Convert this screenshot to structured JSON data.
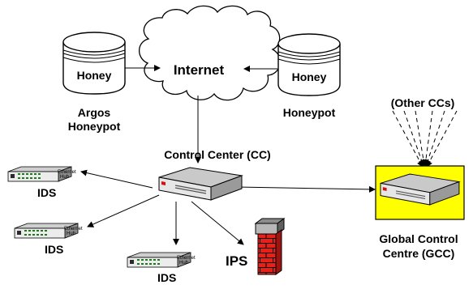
{
  "internet": {
    "label": "Internet"
  },
  "honeypots": [
    {
      "id": "argos",
      "jar_text": "Honey",
      "label_line1": "Argos",
      "label_line2": "Honeypot"
    },
    {
      "id": "plain",
      "jar_text": "Honey",
      "label_line1": "Honeypot",
      "label_line2": ""
    }
  ],
  "control_center": {
    "label": "Control Center (CC)"
  },
  "other_ccs": {
    "label": "(Other CCs)"
  },
  "gcc": {
    "label_line1": "Global Control",
    "label_line2": "Centre (GCC)",
    "highlight_color": "#ffff00"
  },
  "ids": [
    {
      "label": "IDS",
      "hub_text_1": "Ethernet",
      "hub_text_2": "Hub"
    },
    {
      "label": "IDS",
      "hub_text_1": "Ethernet",
      "hub_text_2": "Hub"
    },
    {
      "label": "IDS",
      "hub_text_1": "Ethernet",
      "hub_text_2": "Hub"
    }
  ],
  "ips": {
    "label": "IPS",
    "brick_color": "#e8201a"
  }
}
